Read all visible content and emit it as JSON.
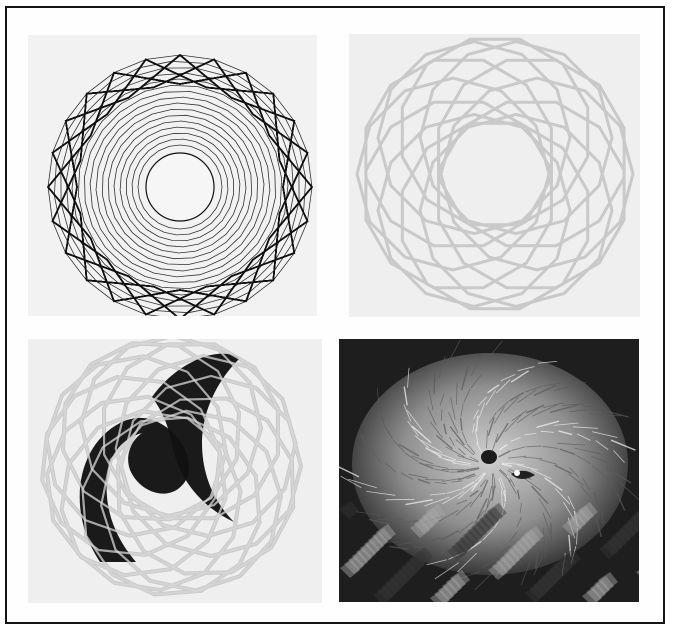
{
  "figure": {
    "panels": [
      {
        "id": "top-left",
        "kind": "dense-black-rosette"
      },
      {
        "id": "top-right",
        "kind": "light-gray-rosette"
      },
      {
        "id": "bottom-left",
        "kind": "gray-rosette-with-black-bands"
      },
      {
        "id": "bottom-right",
        "kind": "photographic-circular-texture"
      }
    ],
    "colors": {
      "frame": "#151515",
      "panel_bg": "#f2f2f2",
      "black": "#111111",
      "gray_line": "#c9c9c9",
      "photo_dark": "#1e1e1e",
      "photo_light": "#f5f5f5"
    }
  }
}
